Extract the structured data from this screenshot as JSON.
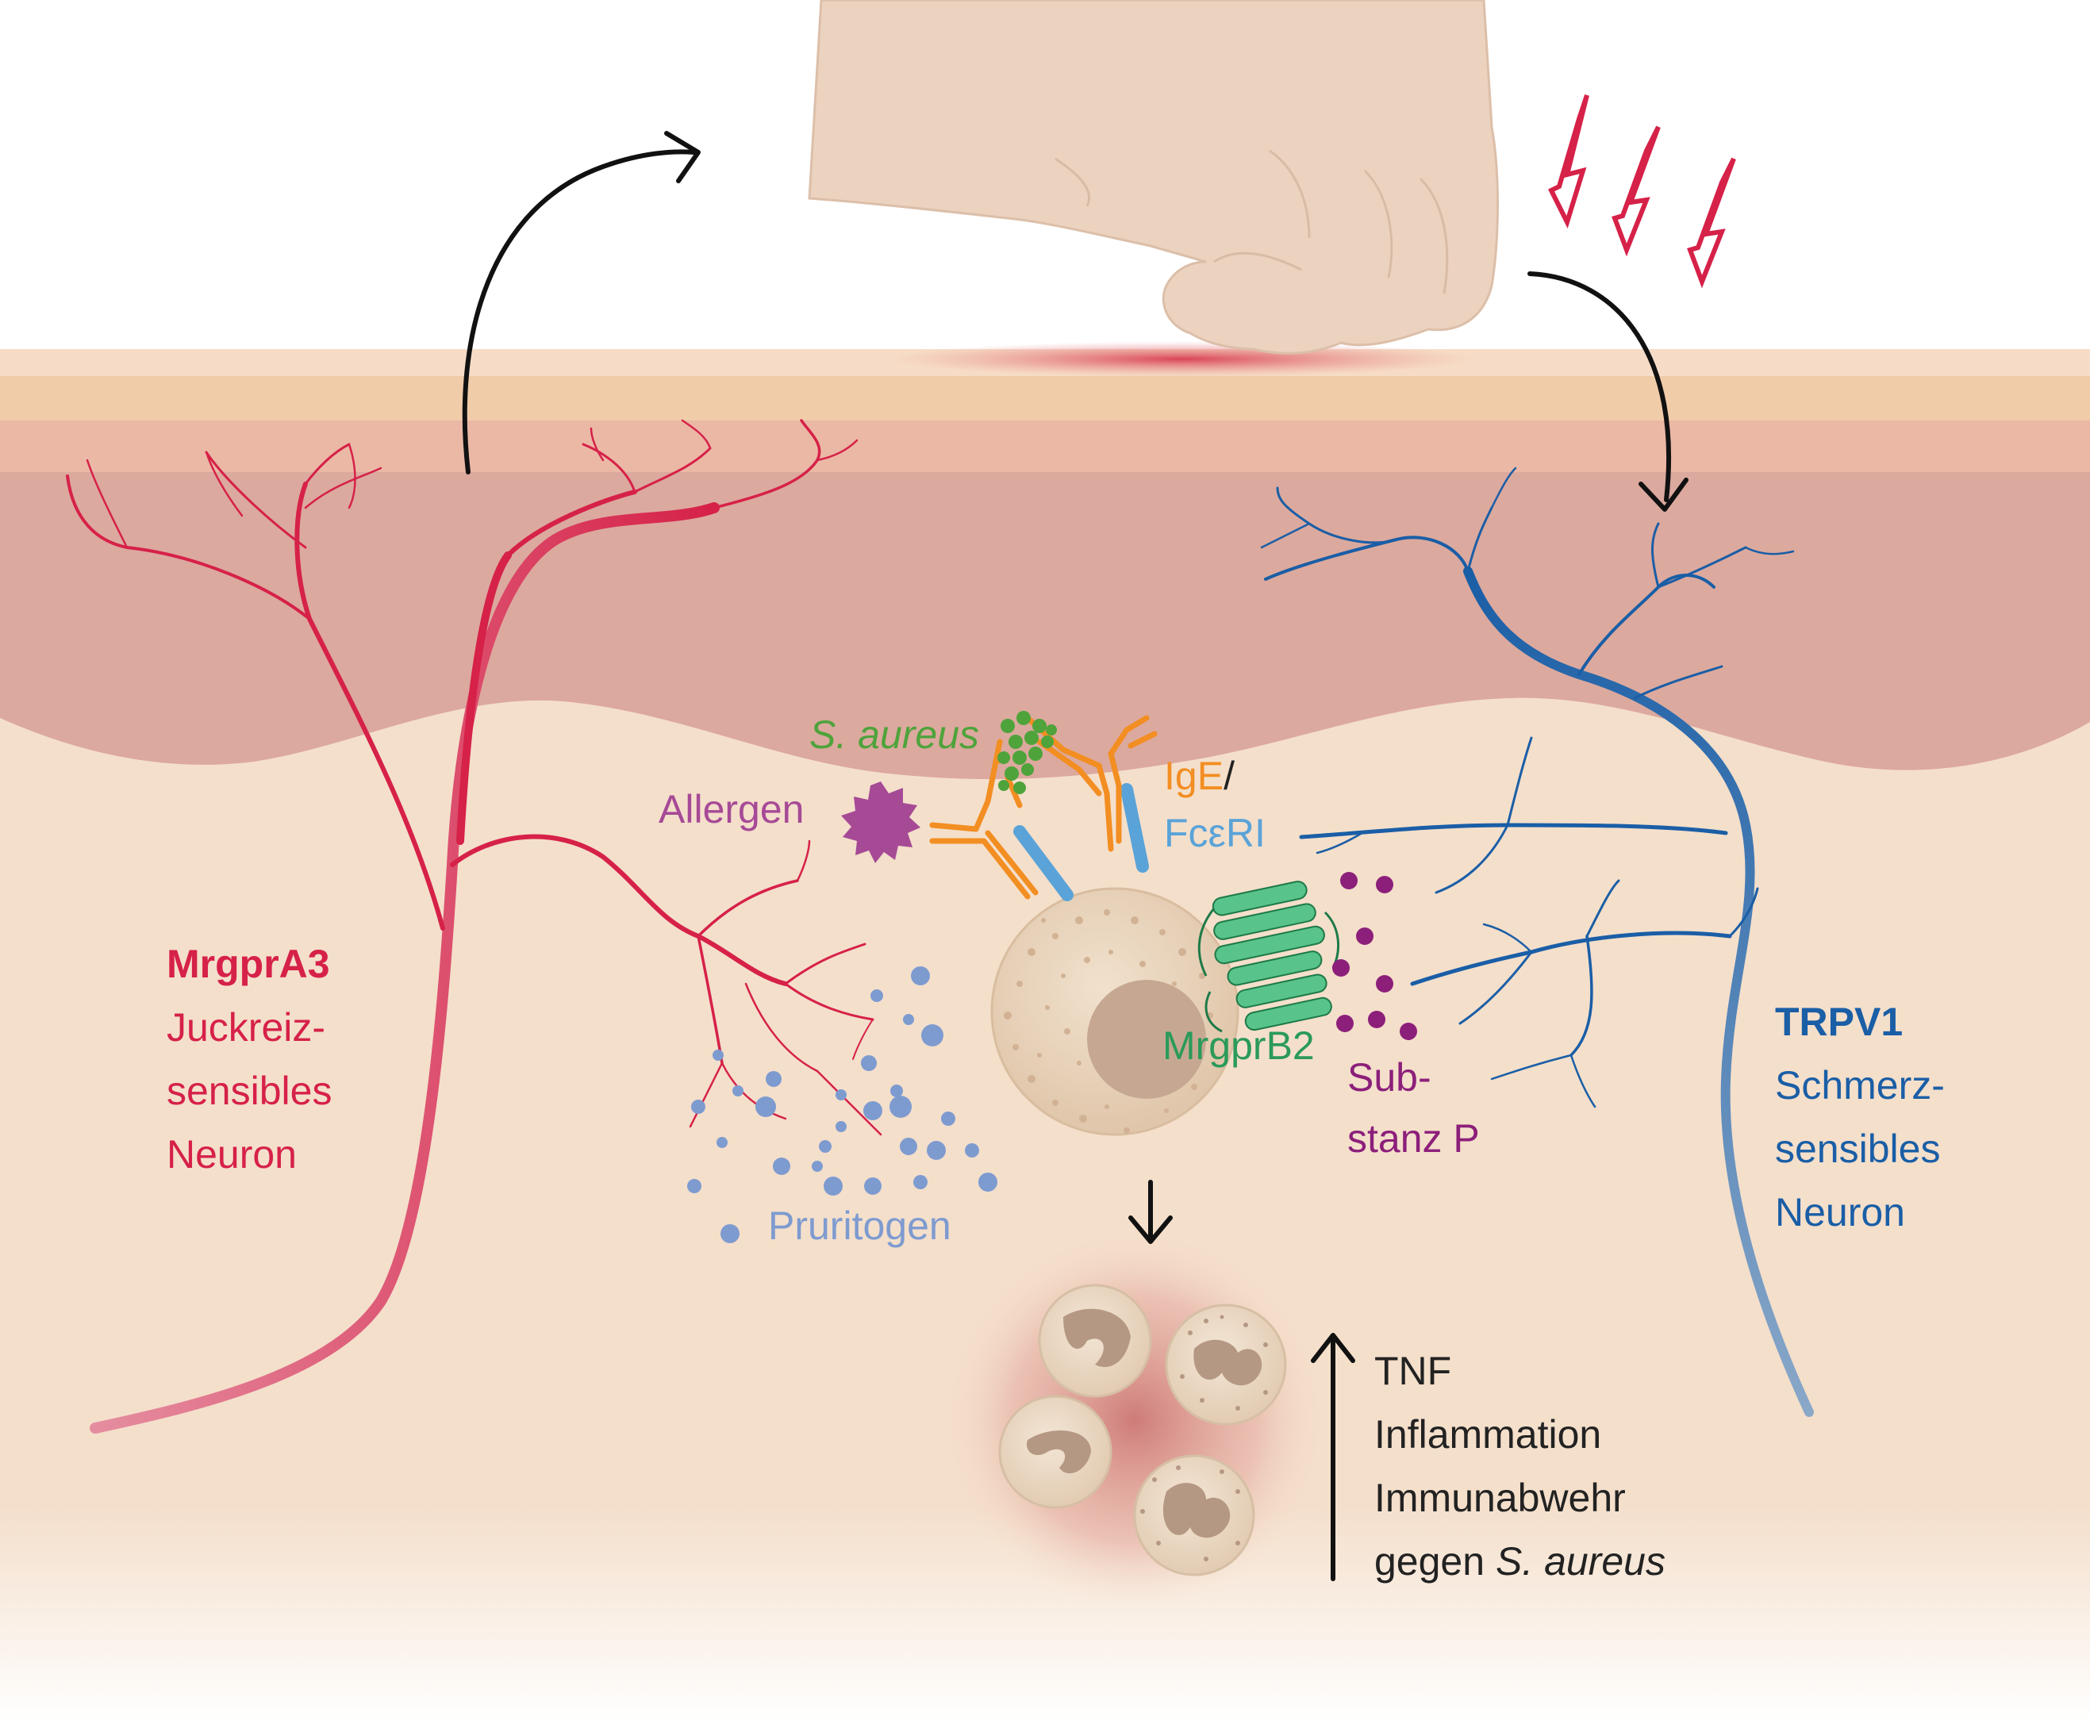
{
  "labels": {
    "s_aureus": "S. aureus",
    "allergen": "Allergen",
    "ige": "IgE",
    "ige_slash": "/",
    "fceri": "FcεRI",
    "mrgprb2": "MrgprB2",
    "substanz_p_1": "Sub-",
    "substanz_p_2": "stanz P",
    "pruritogen": "Pruritogen",
    "left_neuron": {
      "title": "MrgprA3",
      "line1": "Juckreiz-",
      "line2": "sensibles",
      "line3": "Neuron"
    },
    "right_neuron": {
      "title": "TRPV1",
      "line1": "Schmerz-",
      "line2": "sensibles",
      "line3": "Neuron"
    },
    "effects": {
      "tnf": "TNF",
      "inflammation": "Inflammation",
      "immunabwehr": "Immunabwehr",
      "gegen": "gegen ",
      "gegen_species": "S. aureus"
    }
  },
  "colors": {
    "itch_neuron": "#d62148",
    "pain_neuron": "#1a5ea6",
    "s_aureus": "#4ea33b",
    "ige": "#f28e22",
    "fceri": "#5aa3d8",
    "allergen": "#a64a96",
    "mrgprb2": "#2a9a5a",
    "substanz_p": "#8c1f7a",
    "pruritogen": "#7e9bd0",
    "dark_text": "#222222"
  }
}
